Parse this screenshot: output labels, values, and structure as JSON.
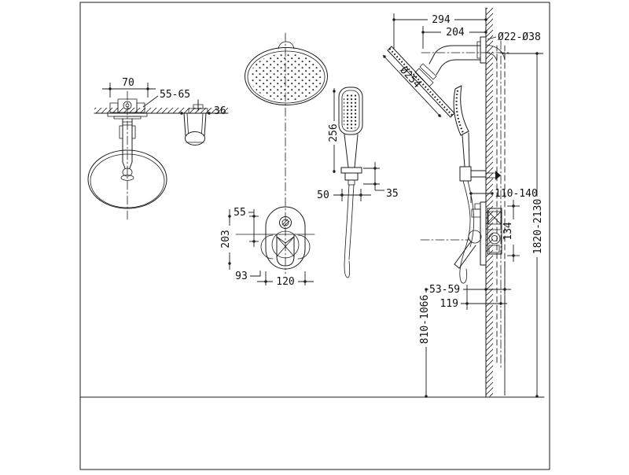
{
  "drawing": {
    "kind": "shower-system-installation-technical-drawing",
    "colors": {
      "line": "#1b1b1b",
      "background": "#ffffff"
    },
    "dims": {
      "ceiling_mount_width": "70",
      "ceiling_arm_adjust_range": "55-65",
      "ceiling_cup_width": "36",
      "arm_projection_outer": "294",
      "arm_projection_inner": "204",
      "pipe_escutcheon_diameter": "Ø22-Ø38",
      "head_diameter": "Ø254",
      "handshower_length": "256",
      "holder_width": "50",
      "holder_depth": "35",
      "valve_knob_offset": "55",
      "valve_plate_height": "203",
      "valve_side_offset": "93",
      "valve_plate_width": "120",
      "valve_depth_range": "110-140",
      "valve_body_height": "134",
      "total_height_range": "1820-2130",
      "wall_to_pipe_range": "53-59",
      "outlet_offset": "119",
      "valve_height_from_floor_range": "810-1066"
    }
  }
}
